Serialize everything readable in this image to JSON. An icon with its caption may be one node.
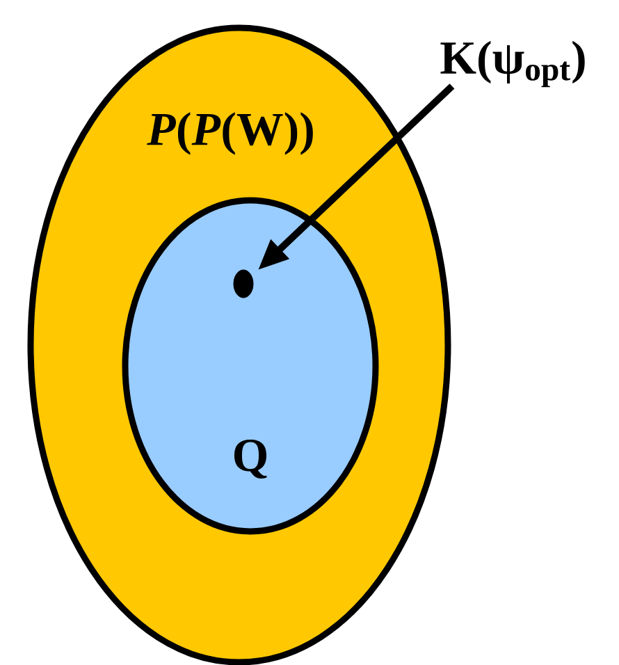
{
  "diagram": {
    "nodes": [
      {
        "text": [
          "*P*(*P*(W))"
        ]
      },
      {
        "text": [
          "Q"
        ],
        "in": 0
      },
      {
        "text": [],
        "shape": "circle",
        "in": 1
      },
      {
        "text": [
          "K(ψ$_{opt}$)"
        ]
      }
    ],
    "edges": [
      {
        "from": 3,
        "to": 2,
        "arrow": "to"
      }
    ]
  }
}
